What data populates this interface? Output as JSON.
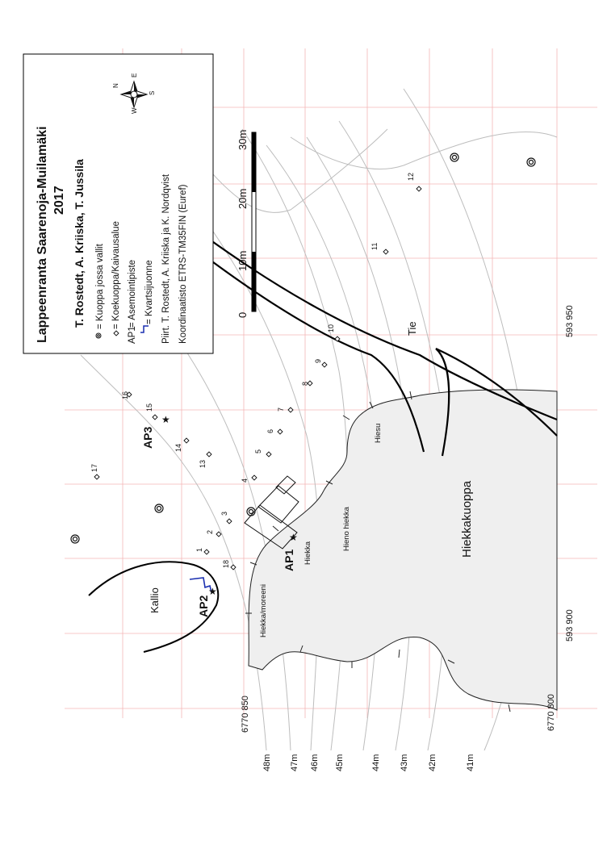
{
  "legend": {
    "title": "Lappeenranta Saarenoja-Muilamäki",
    "year": "2017",
    "authors": "T. Rostedt, A. Kriiska, T. Jussila",
    "items": [
      {
        "symbol": "pit-rampart-icon",
        "text": "= Kuoppa jossa vallit"
      },
      {
        "symbol": "diamond-icon",
        "text": "= Koekuoppa/Kaivausalue"
      },
      {
        "symbol": "AP1",
        "text": "= Asemointipiste"
      },
      {
        "symbol": "quartz-line-icon",
        "text": "= Kvartsijuonne"
      }
    ],
    "drawn_by": "Piirt. T. Rostedt, A. Kriiska ja K. Nordqvist",
    "coordinates": "Koordinaatisto ETRS-TM35FIN (Euref)",
    "compass": {
      "n": "N",
      "e": "E",
      "s": "S",
      "w": "W"
    }
  },
  "scale_bar": {
    "labels": [
      "0",
      "10m",
      "20m",
      "30m"
    ]
  },
  "areas": {
    "pit": "Hiekkakuoppa",
    "rock": "Kallio",
    "road": "Tie"
  },
  "soil_labels": [
    "Hiesu",
    "Hieno hiekka",
    "Hiekka",
    "Hiekka/moreeni"
  ],
  "station_points": [
    "AP1",
    "AP2",
    "AP3"
  ],
  "test_pits": [
    "1",
    "2",
    "3",
    "4",
    "5",
    "6",
    "7",
    "8",
    "9",
    "10",
    "11",
    "12",
    "13",
    "14",
    "15",
    "16",
    "17",
    "18"
  ],
  "coordinate_labels": {
    "east": [
      "593 950",
      "593 900"
    ],
    "north": [
      "6770 850",
      "6770 800"
    ]
  },
  "contour_labels": [
    "48m",
    "47m",
    "46m",
    "45m",
    "44m",
    "43m",
    "42m",
    "41m"
  ],
  "colors": {
    "pit_fill": "#efefef",
    "grid": "#f4b6b6",
    "contour": "#bdbdbd",
    "quartz": "#1a2fb0"
  }
}
